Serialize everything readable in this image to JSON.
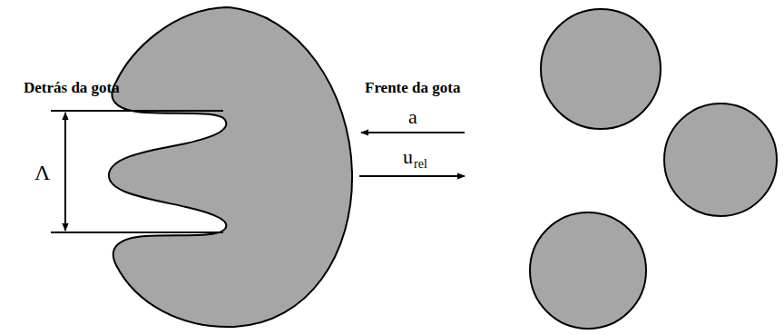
{
  "diagram": {
    "labels": [
      "Detrás da gota",
      "Frente da gota",
      "Λ",
      "a",
      "u",
      "rel"
    ]
  }
}
